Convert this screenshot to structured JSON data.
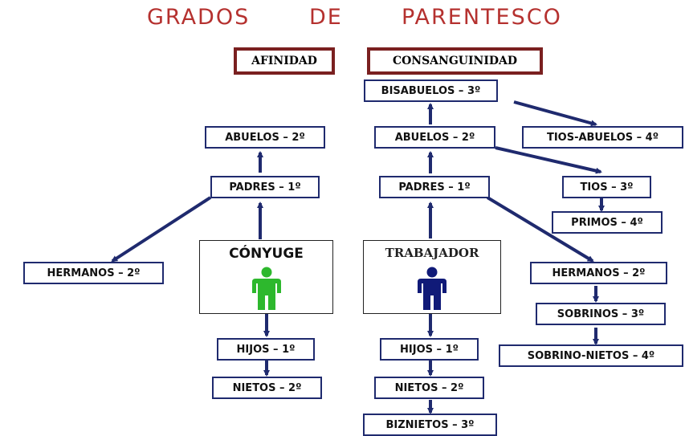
{
  "title": {
    "part1": "GRADOS",
    "part2": "DE",
    "part3": "PARENTESCO"
  },
  "headers": {
    "afinidad": "AFINIDAD",
    "consanguinidad": "CONSANGUINIDAD"
  },
  "afinidad": {
    "abuelos": "ABUELOS – 2º",
    "padres": "PADRES – 1º",
    "conyuge": "CÓNYUGE",
    "hermanos": "HERMANOS – 2º",
    "hijos": "HIJOS – 1º",
    "nietos": "NIETOS – 2º"
  },
  "consanguinidad": {
    "bisabuelos": "BISABUELOS – 3º",
    "abuelos": "ABUELOS – 2º",
    "padres": "PADRES – 1º",
    "trabajador": "TRABAJADOR",
    "hijos": "HIJOS – 1º",
    "nietos": "NIETOS – 2º",
    "biznietos": "BIZNIETOS – 3º",
    "tios_abuelos": "TIOS-ABUELOS – 4º",
    "tios": "TIOS – 3º",
    "primos": "PRIMOS – 4º",
    "hermanos": "HERMANOS – 2º",
    "sobrinos": "SOBRINOS – 3º",
    "sobrino_nietos": "SOBRINO-NIETOS – 4º"
  },
  "colors": {
    "title": "#b5312f",
    "header_border": "#7a2020",
    "arrow": "#1f2a6e",
    "conyuge_figure": "#2db82d",
    "trabajador_figure": "#101a78"
  },
  "icons": {
    "conyuge": "person-icon",
    "trabajador": "person-icon"
  }
}
